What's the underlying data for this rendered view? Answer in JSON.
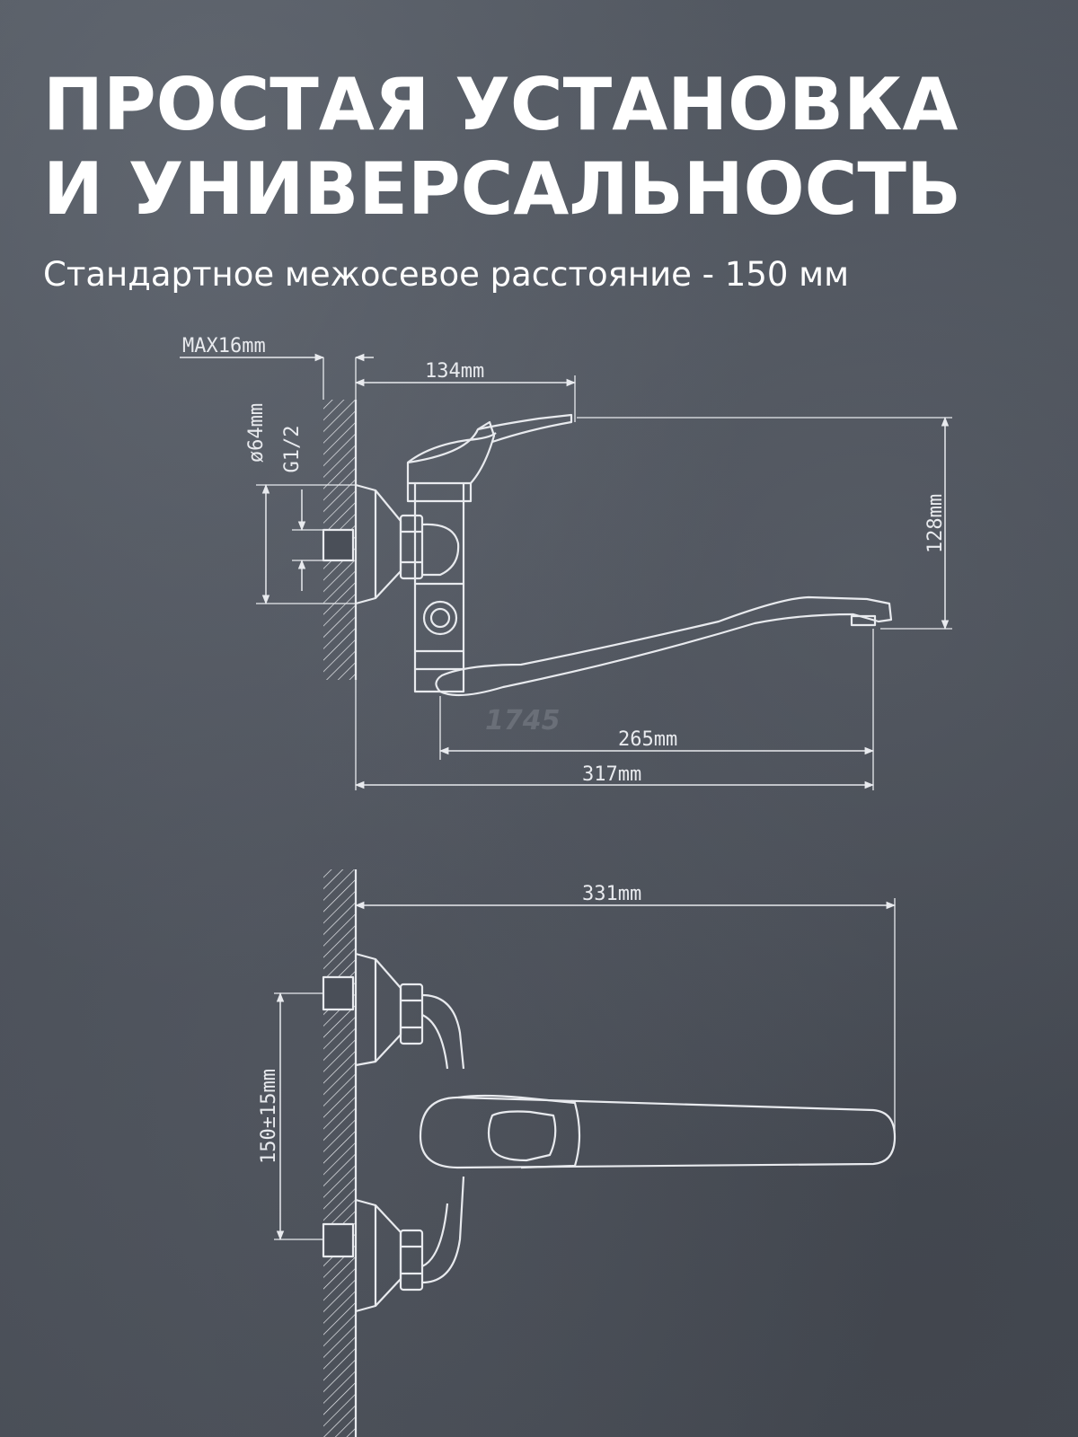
{
  "heading": {
    "line1": "ПРОСТАЯ УСТАНОВКА",
    "line2": "И УНИВЕРСАЛЬНОСТЬ"
  },
  "subheading": "Стандартное межосевое расстояние - 150 мм",
  "side_view": {
    "max_label": "MAX16mm",
    "reach_label": "134mm",
    "diameter_label": "ø64mm",
    "thread_label": "G1/2",
    "height_label": "128mm",
    "spout_label": "265mm",
    "total_label": "317mm"
  },
  "top_view": {
    "length_label": "331mm",
    "centers_label": "150±15mm"
  },
  "watermark": "1745",
  "colors": {
    "background": "#4a4f58",
    "line": "#e8eaee",
    "text": "#ffffff"
  }
}
